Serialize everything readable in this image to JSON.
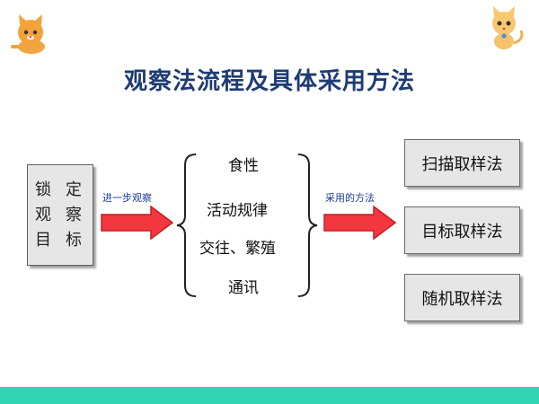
{
  "title": "观察法流程及具体采用方法",
  "colors": {
    "title": "#1f3b73",
    "arrow_fill": "#f2373f",
    "arrow_stroke": "#c41e24",
    "label_blue": "#1a3b92",
    "footer_teal": "#32d2b4"
  },
  "target": {
    "chars": [
      "锁",
      "定",
      "观",
      "察",
      "目",
      "标"
    ]
  },
  "arrow_labels": {
    "left": "进一步观察",
    "right": "采用的方法"
  },
  "aspects": [
    "食性",
    "活动规律",
    "交往、繁殖",
    "通讯"
  ],
  "methods": [
    "扫描取样法",
    "目标取样法",
    "随机取样法"
  ],
  "icons": {
    "top_left": "cat-mascot-icon",
    "top_right": "kitten-mascot-icon"
  }
}
